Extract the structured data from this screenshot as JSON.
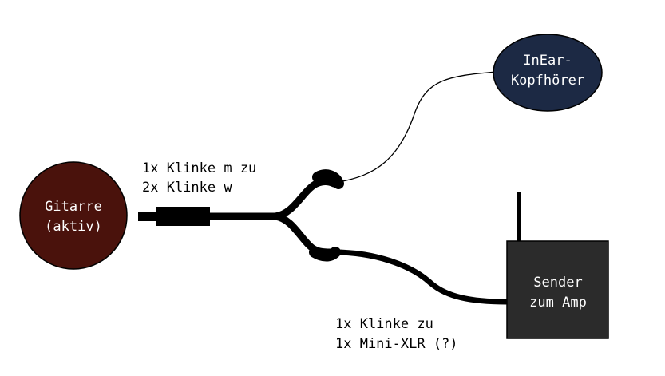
{
  "nodes": {
    "guitar": {
      "line1": "Gitarre",
      "line2": "(aktiv)",
      "color": "#4a120c"
    },
    "inear": {
      "line1": "InEar-",
      "line2": "Kopfhörer",
      "color": "#1c2944"
    },
    "sender": {
      "line1": "Sender",
      "line2": "zum Amp",
      "color": "#2b2b2b"
    }
  },
  "cables": {
    "splitter": {
      "line1": "1x Klinke m zu",
      "line2": "2x Klinke w"
    },
    "xlr": {
      "line1": "1x Klinke zu",
      "line2": "1x Mini-XLR (?)"
    }
  }
}
